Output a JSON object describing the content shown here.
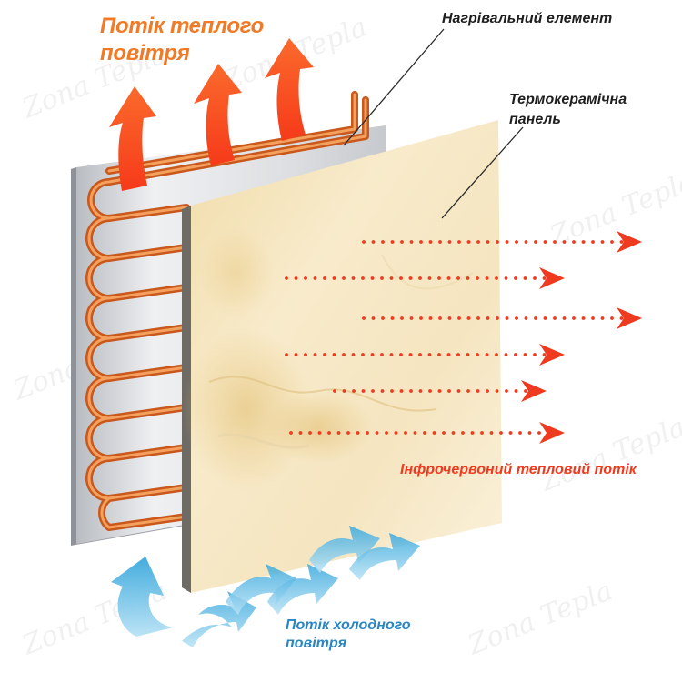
{
  "labels": {
    "warm_air": "Потік теплого повітря",
    "heating_element": "Нагрівальний елемент",
    "ceramic_panel": "Термокерамічна панель",
    "infrared_flow": "Інфрочервоний тепловий потік",
    "cold_air": "Потік холодного повітря"
  },
  "watermark": "Zona Tepla",
  "colors": {
    "warm_text": "#f07a26",
    "warm_arrow": "#f4471c",
    "coil": "#e8762c",
    "infrared": "#ee3b1f",
    "cold": "#3aa8dc",
    "cold_text": "#2a86c2",
    "back_plate": "#d9dbde",
    "ceramic": "#f3e4bf"
  },
  "icons": [
    "warm-air-arrow-icon",
    "cold-air-arrow-icon",
    "infrared-arrow-icon"
  ]
}
